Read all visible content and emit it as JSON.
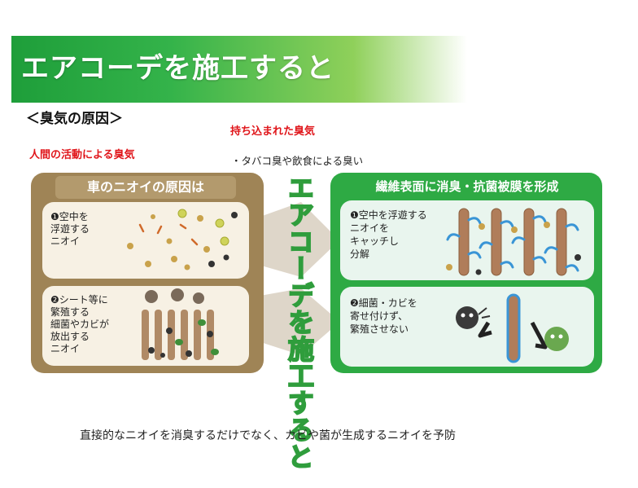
{
  "title": "エアコーデを施工すると",
  "cause_heading": "＜臭気の原因＞",
  "brought_in_label": "持ち込まれた臭気",
  "human_activity_label": "人間の活動による臭気",
  "tobacco_bullet": "・タバコ臭や飲食による臭い",
  "left_panel": {
    "heading": "車のニオイの原因は",
    "item1": [
      "❶空中を",
      "浮遊する",
      "ニオイ"
    ],
    "item2": [
      "❷シート等に",
      "繁殖する",
      "細菌やカビが",
      "放出する",
      "ニオイ"
    ]
  },
  "middle_label": "エアコーデを施工すると",
  "right_panel": {
    "heading": "繊維表面に消臭・抗菌被膜を形成",
    "item1": [
      "❶空中を浮遊する",
      "ニオイを",
      "キャッチし",
      "分解"
    ],
    "item2": [
      "❷細菌・カビを",
      "寄せ付けず、",
      "繁殖させない"
    ]
  },
  "bottom_caption": "直接的なニオイを消臭するだけでなく、カビや菌が生成するニオイを予防",
  "colors": {
    "brand_green": "#2eaa44",
    "panel_brown": "#9f8456",
    "warning_red": "#e0161b"
  }
}
